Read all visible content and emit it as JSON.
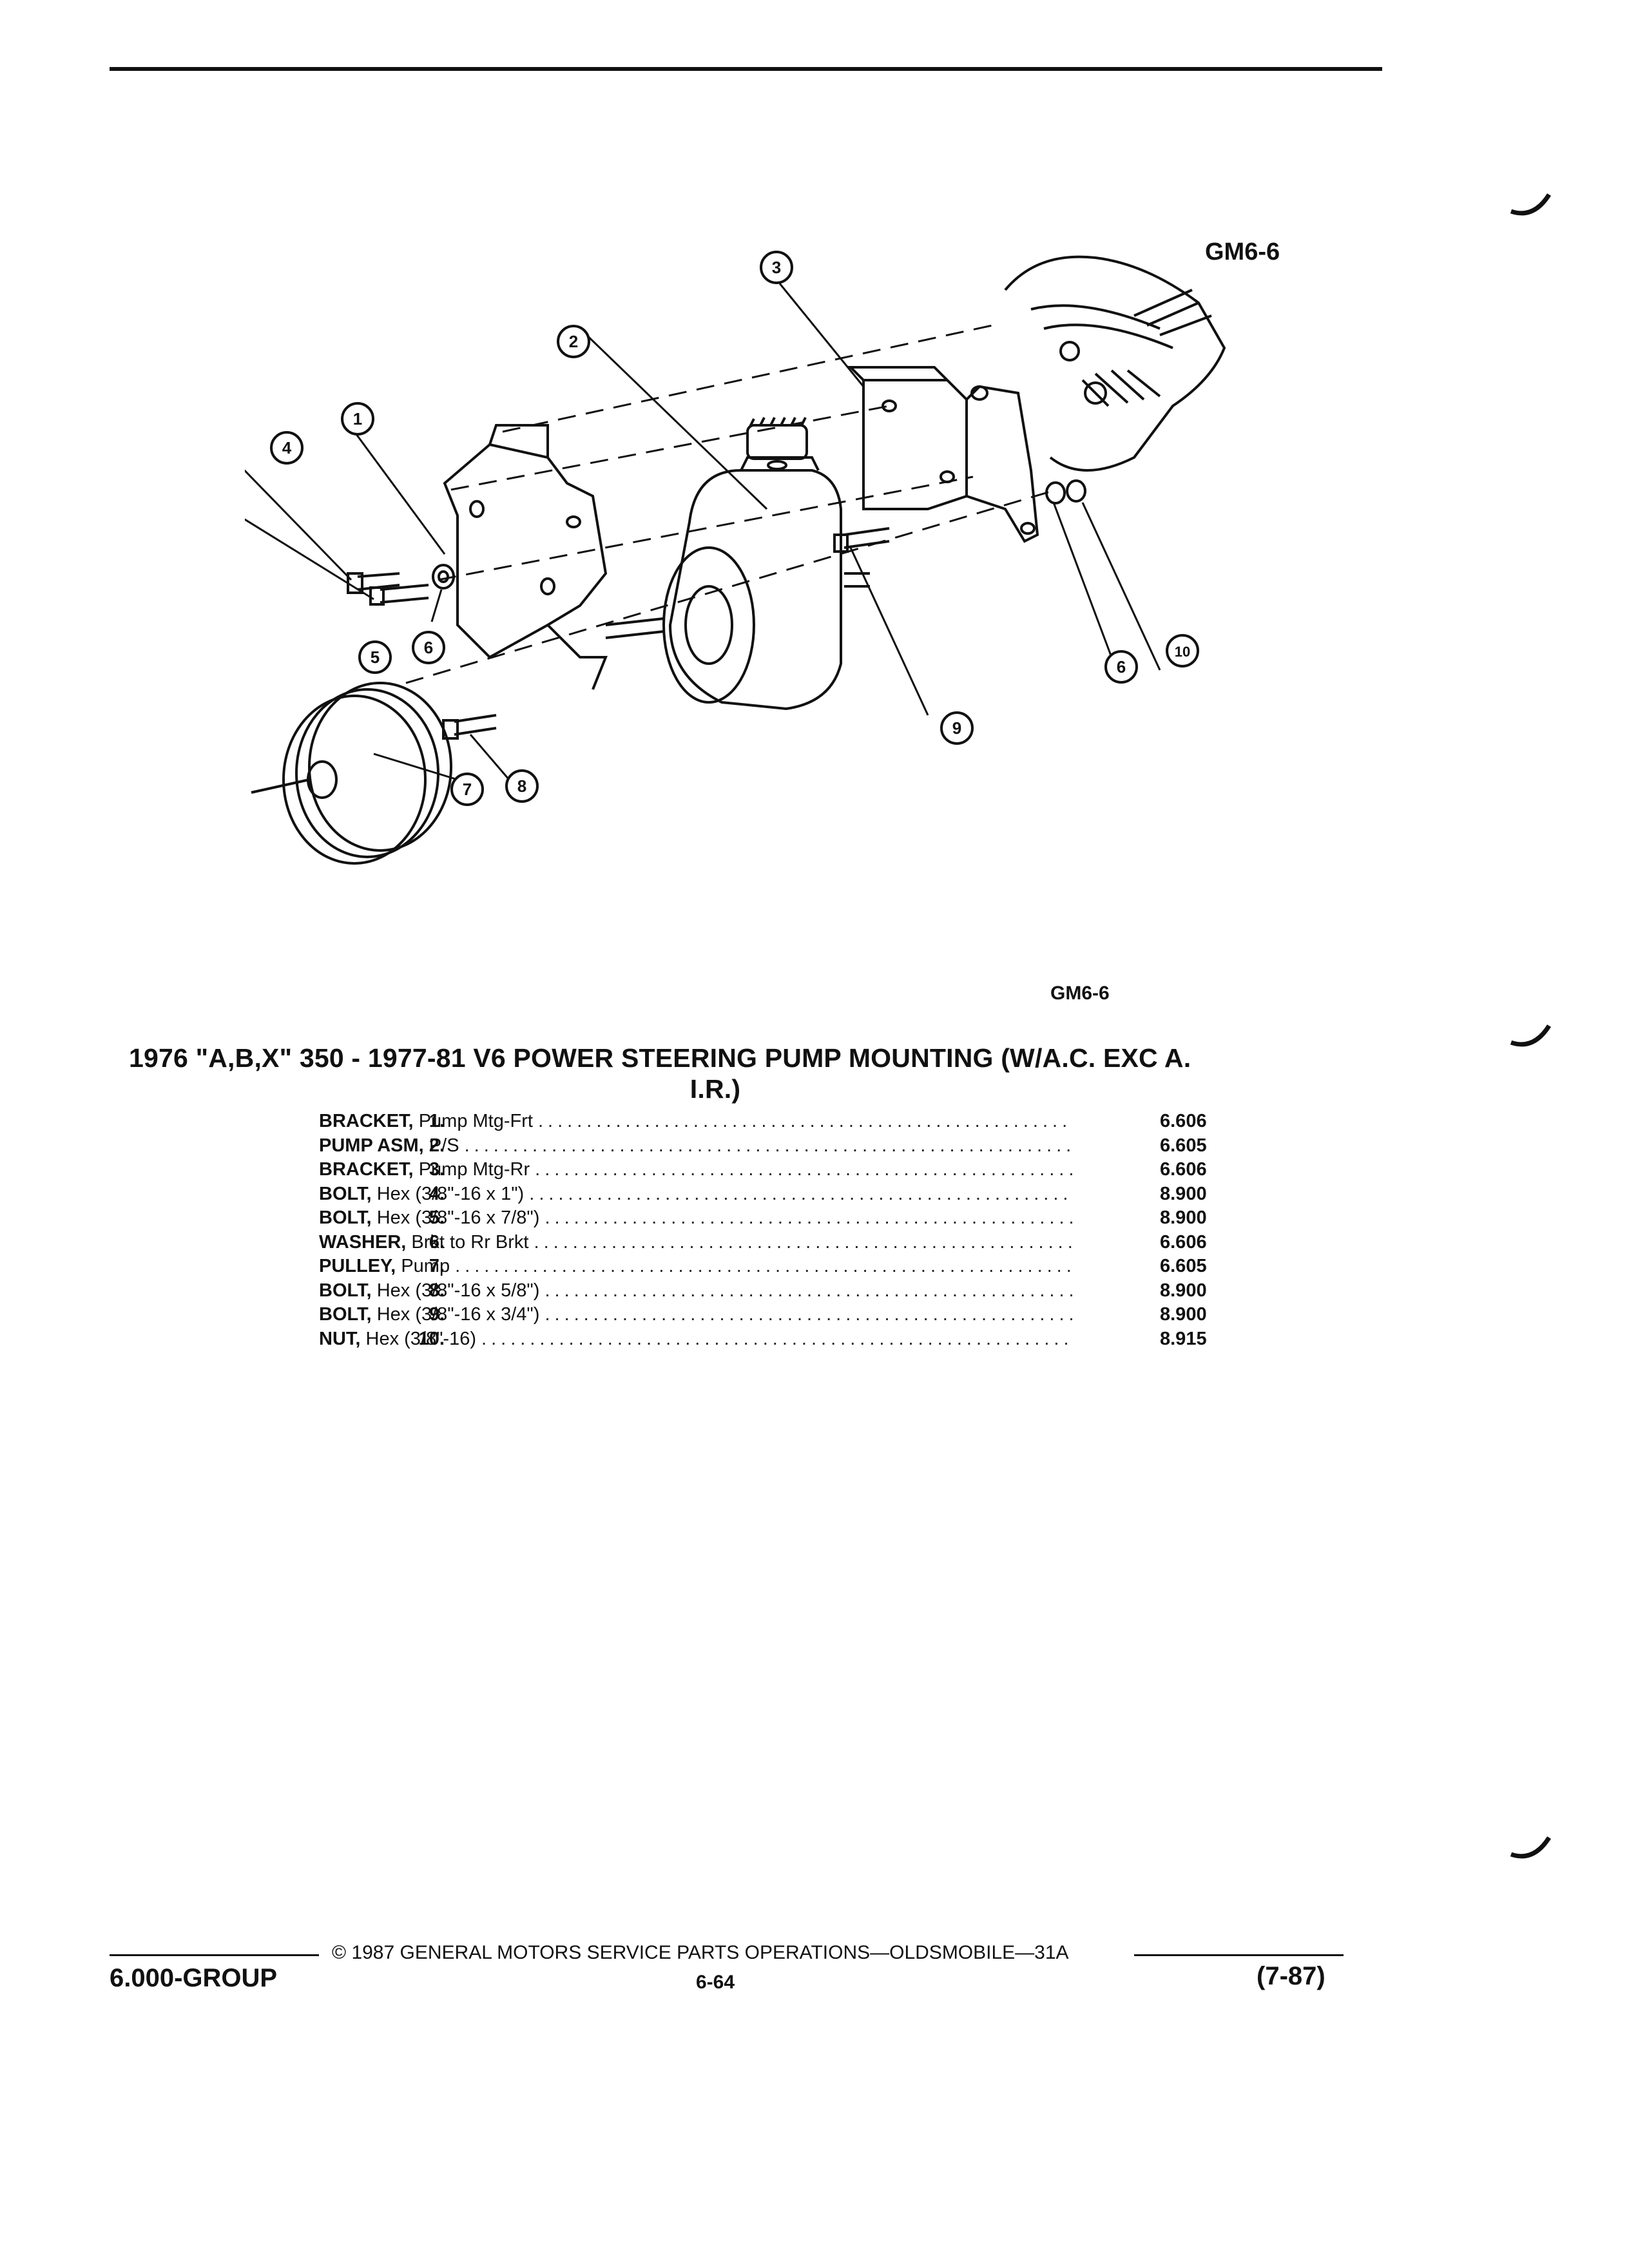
{
  "figure": {
    "diagram_code": "GM6-6",
    "caption_code": "GM6-6",
    "callouts": [
      "1",
      "2",
      "3",
      "4",
      "5",
      "6",
      "6",
      "7",
      "8",
      "9",
      "10"
    ]
  },
  "title": {
    "line1": "1976 \"A,B,X\" 350 - 1977-81 V6 POWER STEERING PUMP MOUNTING (W/A.C. EXC A.",
    "line2": "I.R.)"
  },
  "parts": [
    {
      "num": "1.",
      "name": "BRACKET,",
      "desc": "Pump Mtg-Frt",
      "group": "6.606"
    },
    {
      "num": "2.",
      "name": "PUMP ASM,",
      "desc": "P/S",
      "group": "6.605"
    },
    {
      "num": "3.",
      "name": "BRACKET,",
      "desc": "Pump Mtg-Rr",
      "group": "6.606"
    },
    {
      "num": "4.",
      "name": "BOLT,",
      "desc": "Hex (3/8\"-16 x 1\")",
      "group": "8.900"
    },
    {
      "num": "5.",
      "name": "BOLT,",
      "desc": "Hex (3/8\"-16 x 7/8\")",
      "group": "8.900"
    },
    {
      "num": "6.",
      "name": "WASHER,",
      "desc": "Brkt to Rr Brkt",
      "group": "6.606"
    },
    {
      "num": "7.",
      "name": "PULLEY,",
      "desc": "Pump",
      "group": "6.605"
    },
    {
      "num": "8.",
      "name": "BOLT,",
      "desc": "Hex (3/8\"-16 x 5/8\")",
      "group": "8.900"
    },
    {
      "num": "9.",
      "name": "BOLT,",
      "desc": "Hex (3/8\"-16 x 3/4\")",
      "group": "8.900"
    },
    {
      "num": "10.",
      "name": "NUT,",
      "desc": "Hex (3/8\"-16)",
      "group": "8.915"
    }
  ],
  "footer": {
    "copyright": "© 1987 GENERAL MOTORS SERVICE PARTS OPERATIONS—OLDSMOBILE—31A",
    "group": "6.000-GROUP",
    "page": "6-64",
    "date": "(7-87)"
  }
}
